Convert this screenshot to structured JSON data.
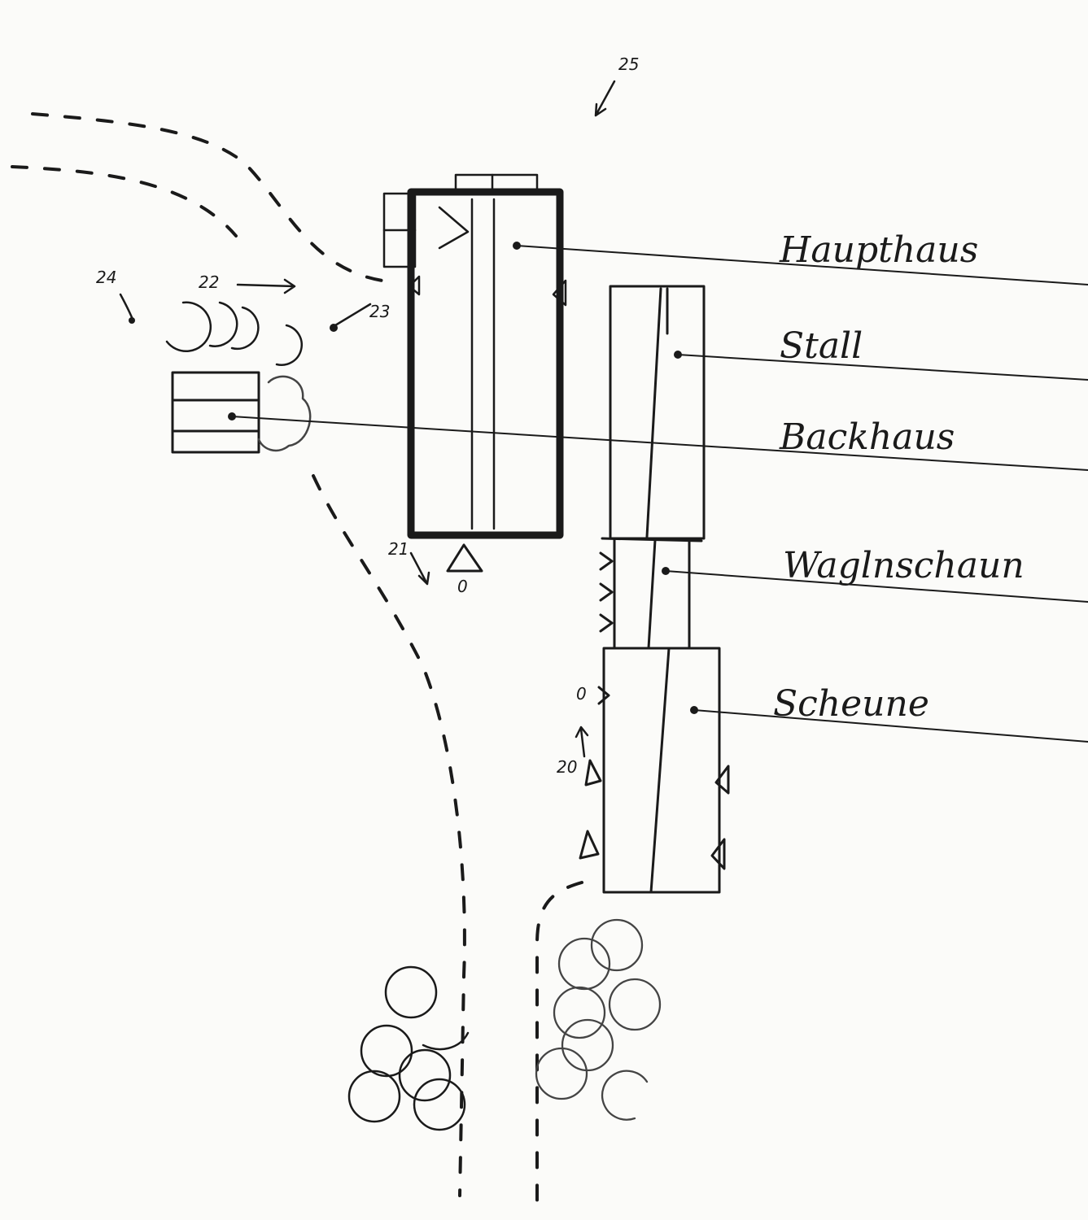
{
  "labels": {
    "haupthaus": "Haupthaus",
    "stall": "Stall",
    "backhaus": "Backhaus",
    "wagenschau": "Waglnschaun",
    "scheune": "Scheune"
  },
  "markers": {
    "m20": "20",
    "m21": "21",
    "m22": "22",
    "m23": "23",
    "m24": "24",
    "m25": "25",
    "o_entrance": "0",
    "o_scheune": "0"
  }
}
